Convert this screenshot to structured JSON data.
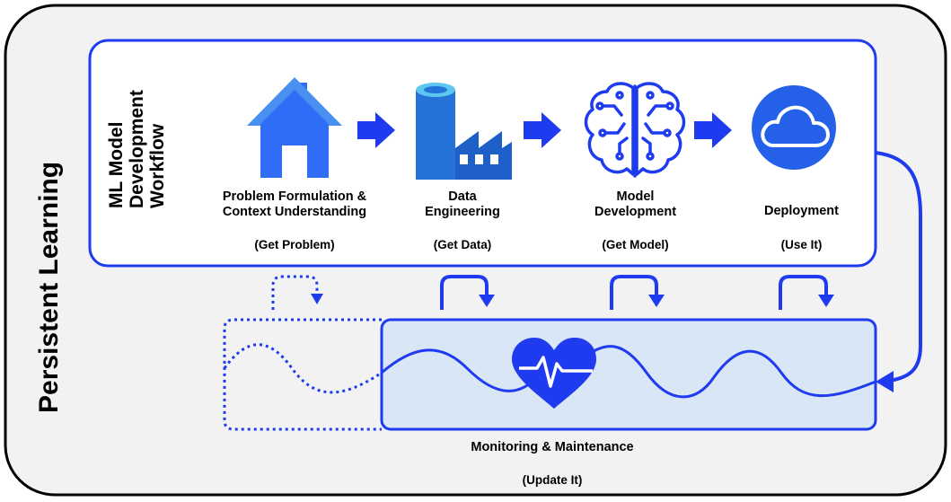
{
  "outer_label": "Persistent Learning",
  "workflow_title": [
    "ML Model",
    "Development",
    "Workflow"
  ],
  "stages": [
    {
      "name_lines": [
        "Problem Formulation &",
        "Context Understanding"
      ],
      "goal": "(Get Problem)",
      "icon": "house-icon"
    },
    {
      "name_lines": [
        "Data",
        "Engineering"
      ],
      "goal": "(Get Data)",
      "icon": "factory-icon"
    },
    {
      "name_lines": [
        "Model",
        "Development"
      ],
      "goal": "(Get Model)",
      "icon": "brain-circuit-icon"
    },
    {
      "name_lines": [
        "Deployment"
      ],
      "goal": "(Use It)",
      "icon": "cloud-icon"
    }
  ],
  "monitoring": {
    "label": "Monitoring & Maintenance",
    "goal": "(Update It)",
    "icon": "heart-pulse-icon"
  },
  "colors": {
    "accent": "#1f3bf0",
    "icon_blue": "#2f6df6",
    "panel_fill": "#d9e6f6",
    "background": "#f2f2f2"
  }
}
